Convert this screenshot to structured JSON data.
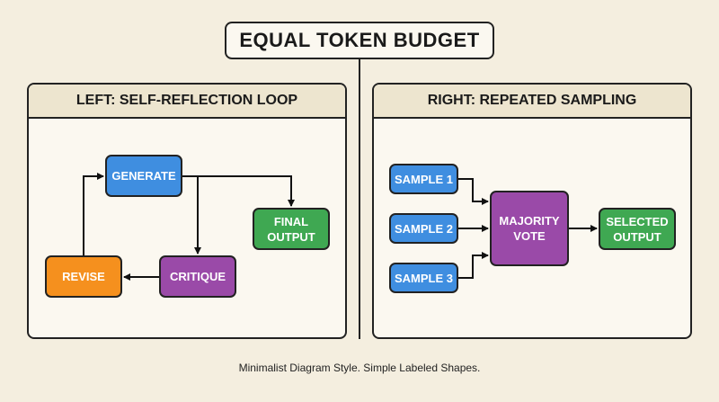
{
  "title": "EQUAL TOKEN BUDGET",
  "left_panel": {
    "header": "LEFT: SELF-REFLECTION LOOP",
    "nodes": {
      "generate": "GENERATE",
      "final_output": "FINAL\nOUTPUT",
      "critique": "CRITIQUE",
      "revise": "REVISE"
    }
  },
  "right_panel": {
    "header": "RIGHT: REPEATED SAMPLING",
    "nodes": {
      "sample1": "SAMPLE 1",
      "sample2": "SAMPLE 2",
      "sample3": "SAMPLE 3",
      "majority_vote": "MAJORITY\nVOTE",
      "selected_output": "SELECTED\nOUTPUT"
    }
  },
  "caption": "Minimalist Diagram Style. Simple Labeled Shapes.",
  "colors": {
    "background": "#f4eedf",
    "blue": "#3f8ee0",
    "green": "#3fa852",
    "purple": "#9a4aa8",
    "orange": "#f5901e"
  }
}
